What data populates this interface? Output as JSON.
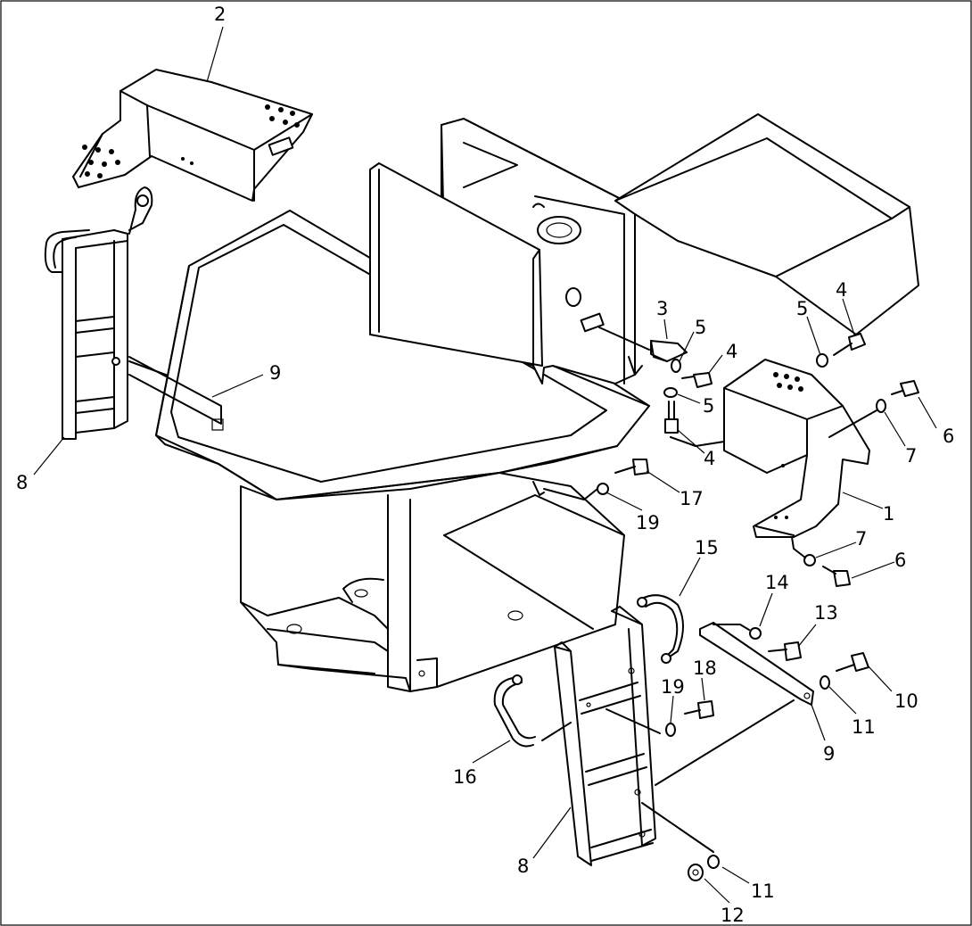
{
  "callouts": [
    {
      "id": "c2",
      "label": "2"
    },
    {
      "id": "c9a",
      "label": "9"
    },
    {
      "id": "c8a",
      "label": "8"
    },
    {
      "id": "c3",
      "label": "3"
    },
    {
      "id": "c5a",
      "label": "5"
    },
    {
      "id": "c4a",
      "label": "4"
    },
    {
      "id": "c5b",
      "label": "5"
    },
    {
      "id": "c4b",
      "label": "4"
    },
    {
      "id": "c5c",
      "label": "5"
    },
    {
      "id": "c4c",
      "label": "4"
    },
    {
      "id": "c6a",
      "label": "6"
    },
    {
      "id": "c7a",
      "label": "7"
    },
    {
      "id": "c1",
      "label": "1"
    },
    {
      "id": "c17",
      "label": "17"
    },
    {
      "id": "c19a",
      "label": "19"
    },
    {
      "id": "c7b",
      "label": "7"
    },
    {
      "id": "c6b",
      "label": "6"
    },
    {
      "id": "c15",
      "label": "15"
    },
    {
      "id": "c14",
      "label": "14"
    },
    {
      "id": "c13",
      "label": "13"
    },
    {
      "id": "c18",
      "label": "18"
    },
    {
      "id": "c19b",
      "label": "19"
    },
    {
      "id": "c10",
      "label": "10"
    },
    {
      "id": "c11a",
      "label": "11"
    },
    {
      "id": "c9b",
      "label": "9"
    },
    {
      "id": "c16",
      "label": "16"
    },
    {
      "id": "c8b",
      "label": "8"
    },
    {
      "id": "c11b",
      "label": "11"
    },
    {
      "id": "c12",
      "label": "12"
    }
  ]
}
